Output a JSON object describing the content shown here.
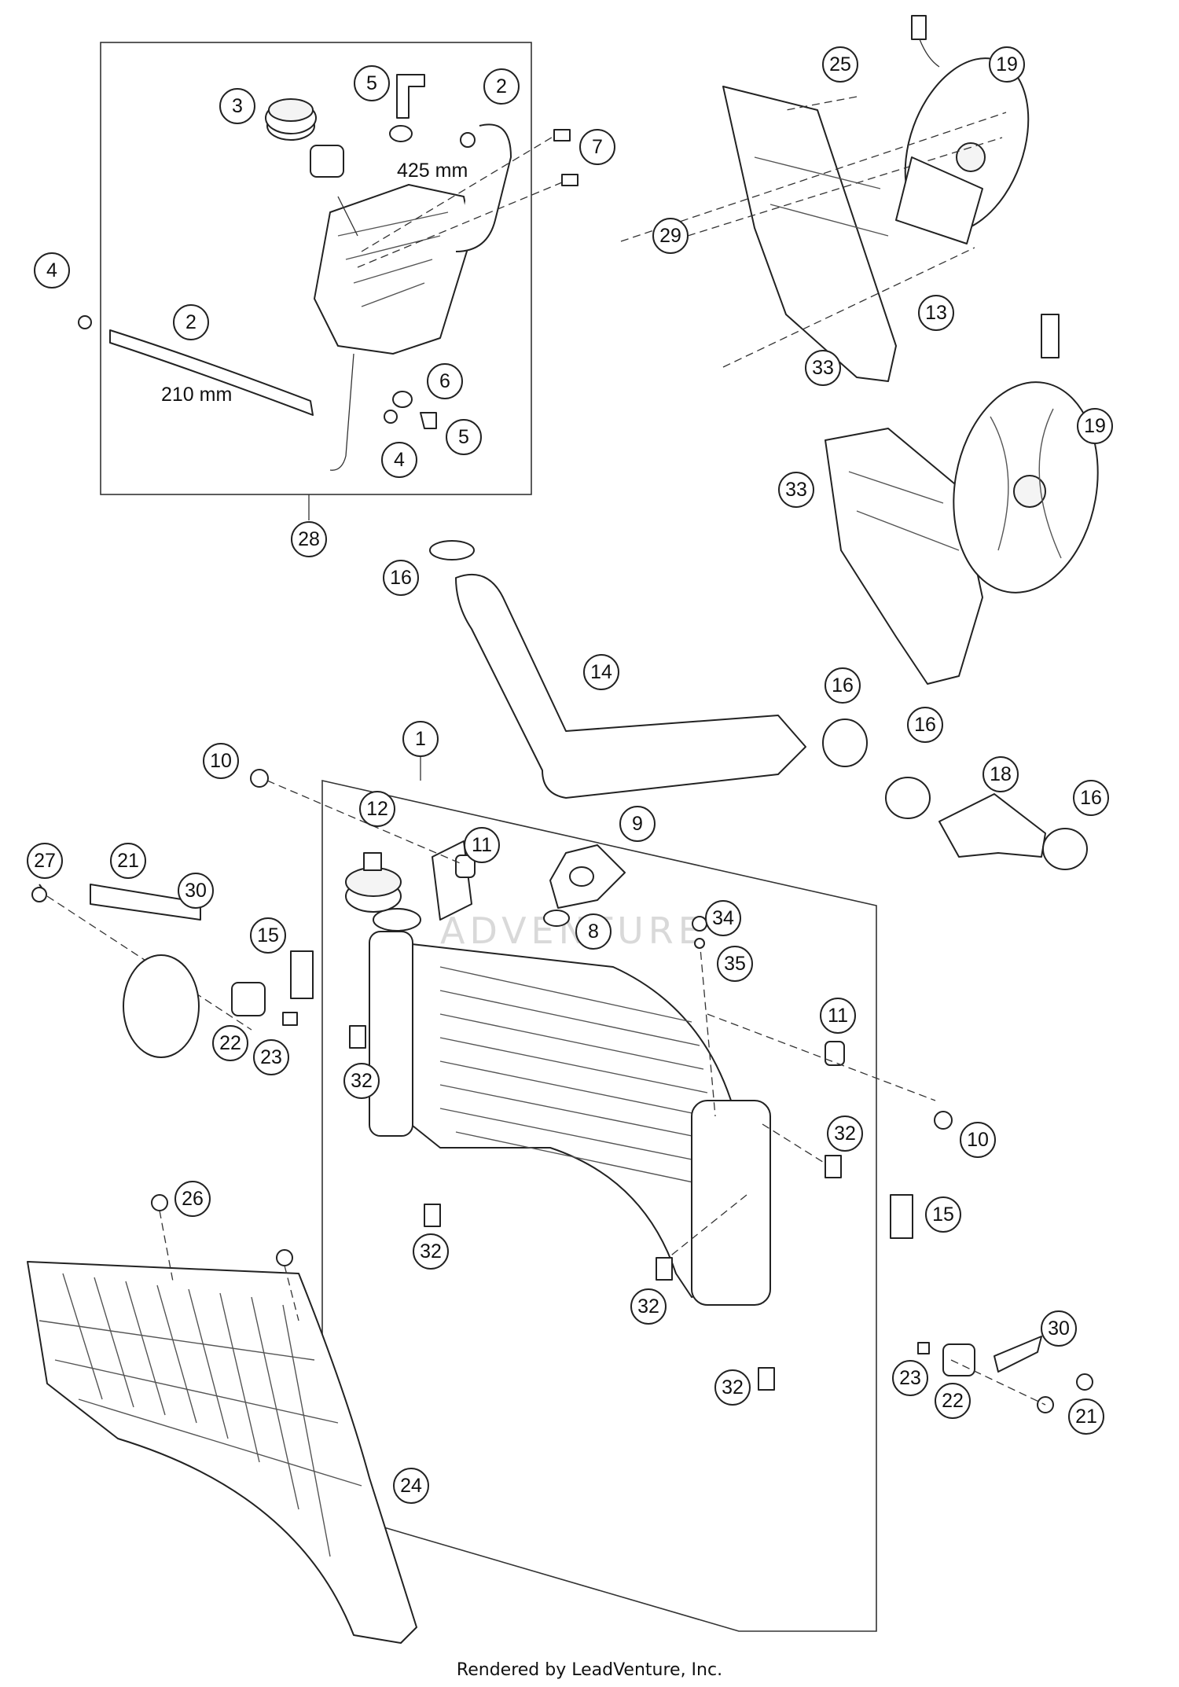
{
  "dimensions": {
    "hose_upper": "425 mm",
    "hose_lower": "210 mm"
  },
  "watermark": "ADVENTURE",
  "credit": "Rendered by LeadVenture, Inc.",
  "callouts": {
    "c1": "1",
    "c2a": "2",
    "c2b": "2",
    "c3": "3",
    "c4a": "4",
    "c4b": "4",
    "c5a": "5",
    "c5b": "5",
    "c6": "6",
    "c7": "7",
    "c8": "8",
    "c9": "9",
    "c10a": "10",
    "c10b": "10",
    "c11a": "11",
    "c11b": "11",
    "c12": "12",
    "c13": "13",
    "c14": "14",
    "c15a": "15",
    "c15b": "15",
    "c16a": "16",
    "c16b": "16",
    "c16c": "16",
    "c16d": "16",
    "c18": "18",
    "c19a": "19",
    "c19b": "19",
    "c21a": "21",
    "c21b": "21",
    "c22a": "22",
    "c22b": "22",
    "c23a": "23",
    "c23b": "23",
    "c24": "24",
    "c25": "25",
    "c26": "26",
    "c27": "27",
    "c28": "28",
    "c29": "29",
    "c30a": "30",
    "c30b": "30",
    "c32a": "32",
    "c32b": "32",
    "c32c": "32",
    "c32d": "32",
    "c32e": "32",
    "c33a": "33",
    "c33b": "33",
    "c34": "34",
    "c35": "35"
  }
}
